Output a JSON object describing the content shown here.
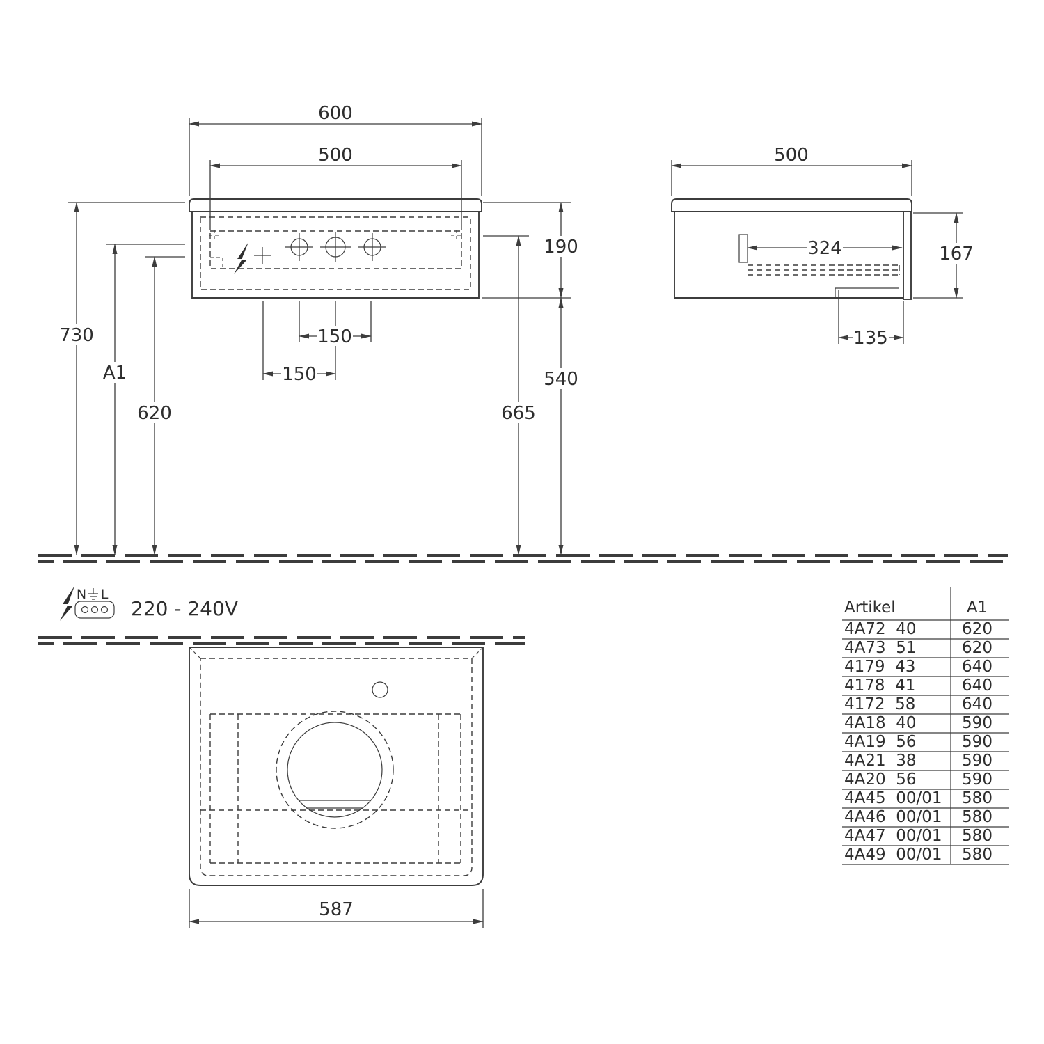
{
  "front_view": {
    "width_total": "600",
    "width_inner": "500",
    "height_cabinet": "190",
    "height_total": "730",
    "height_a1": "A1",
    "height_620": "620",
    "height_665": "665",
    "height_540": "540",
    "tap_spacing_right": "150",
    "tap_spacing_left": "150"
  },
  "side_view": {
    "depth_total": "500",
    "depth_inner": "324",
    "height_body": "167",
    "depth_bottom": "135"
  },
  "plan_view": {
    "width_front": "587"
  },
  "electrical": {
    "neutral": "N",
    "line": "L",
    "voltage": "220 - 240V"
  },
  "table": {
    "header_artikel": "Artikel",
    "header_a1": "A1",
    "rows": [
      {
        "artikel": "4A72  40",
        "a1": "620"
      },
      {
        "artikel": "4A73  51",
        "a1": "620"
      },
      {
        "artikel": "4179  43",
        "a1": "640"
      },
      {
        "artikel": "4178  41",
        "a1": "640"
      },
      {
        "artikel": "4172  58",
        "a1": "640"
      },
      {
        "artikel": "4A18  40",
        "a1": "590"
      },
      {
        "artikel": "4A19  56",
        "a1": "590"
      },
      {
        "artikel": "4A21  38",
        "a1": "590"
      },
      {
        "artikel": "4A20  56",
        "a1": "590"
      },
      {
        "artikel": "4A45  00/01",
        "a1": "580"
      },
      {
        "artikel": "4A46  00/01",
        "a1": "580"
      },
      {
        "artikel": "4A47  00/01",
        "a1": "580"
      },
      {
        "artikel": "4A49  00/01",
        "a1": "580"
      }
    ]
  }
}
